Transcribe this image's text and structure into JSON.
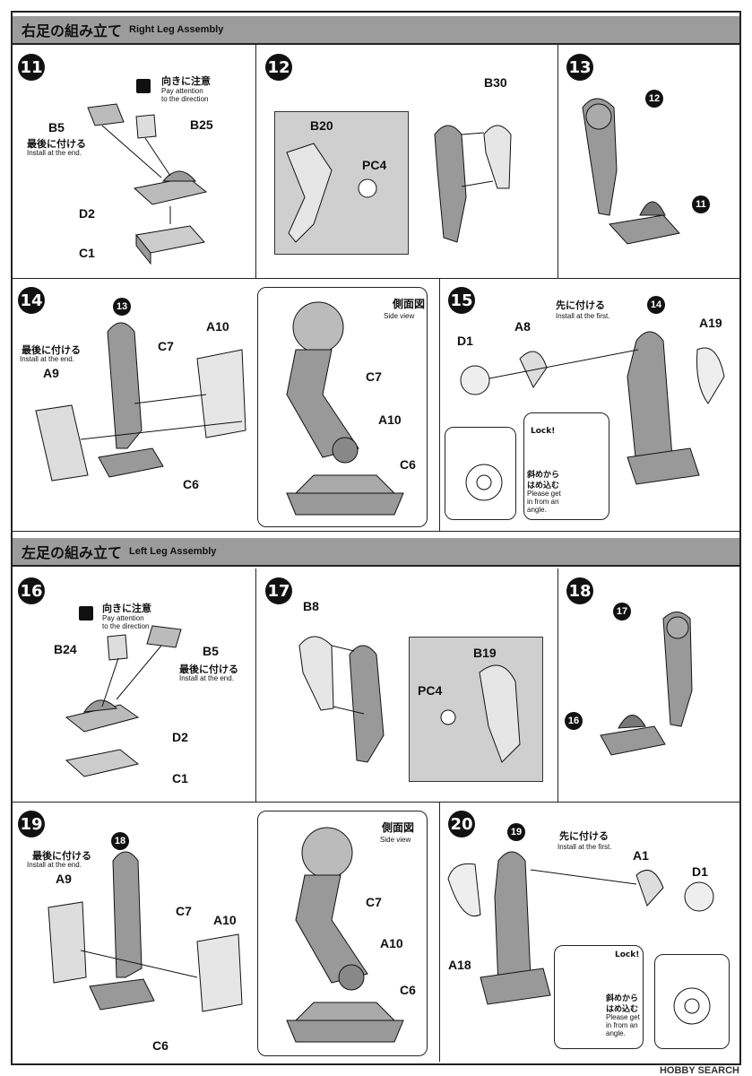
{
  "right_section": {
    "title_jp": "右足の組み立て",
    "title_en": "Right Leg Assembly"
  },
  "left_section": {
    "title_jp": "左足の組み立て",
    "title_en": "Left Leg Assembly"
  },
  "notes": {
    "attention_jp": "向きに注意",
    "attention_en_1": "Pay attention",
    "attention_en_2": "to the direction",
    "last_jp": "最後に付ける",
    "last_en": "Install at the end.",
    "first_jp": "先に付ける",
    "first_en": "Install at the first.",
    "side_view_jp": "側面図",
    "side_view_en": "Side view",
    "lock": "Lock!",
    "angle_jp_1": "斜めから",
    "angle_jp_2": "はめ込む",
    "angle_en_1": "Please get",
    "angle_en_2": "in from an",
    "angle_en_3": "angle."
  },
  "steps": {
    "s11": {
      "num": "11",
      "parts": [
        "B5",
        "B25",
        "D2",
        "C1"
      ]
    },
    "s12": {
      "num": "12",
      "parts": [
        "B30",
        "B20",
        "PC4"
      ]
    },
    "s13": {
      "num": "13",
      "refs": [
        "12",
        "11"
      ]
    },
    "s14": {
      "num": "14",
      "ref": "13",
      "parts": [
        "A10",
        "C7",
        "A9",
        "C6"
      ]
    },
    "s14side": {
      "parts": [
        "C7",
        "A10",
        "C6"
      ]
    },
    "s15": {
      "num": "15",
      "ref": "14",
      "parts": [
        "A8",
        "D1",
        "A19"
      ]
    },
    "s16": {
      "num": "16",
      "parts": [
        "B24",
        "B5",
        "D2",
        "C1"
      ]
    },
    "s17": {
      "num": "17",
      "parts": [
        "B8",
        "B19",
        "PC4"
      ]
    },
    "s18": {
      "num": "18",
      "refs": [
        "17",
        "16"
      ]
    },
    "s19": {
      "num": "19",
      "ref": "18",
      "parts": [
        "A9",
        "C7",
        "A10",
        "C6"
      ]
    },
    "s19side": {
      "parts": [
        "C7",
        "A10",
        "C6"
      ]
    },
    "s20": {
      "num": "20",
      "ref": "19",
      "parts": [
        "A1",
        "D1",
        "A18"
      ]
    }
  },
  "footer": {
    "watermark": "HOBBY SEARCH"
  }
}
